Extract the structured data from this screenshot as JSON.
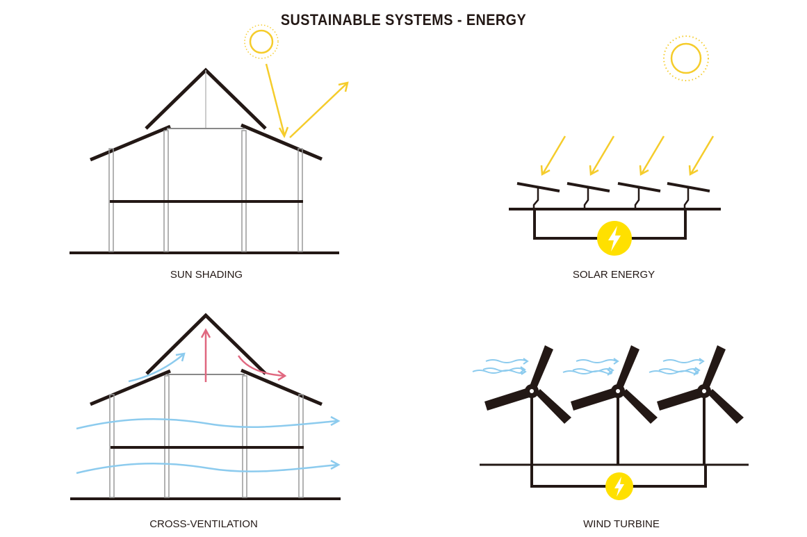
{
  "title": "SUSTAINABLE SYSTEMS - ENERGY",
  "panels": {
    "sun_shading": {
      "label": "SUN SHADING"
    },
    "solar_energy": {
      "label": "SOLAR ENERGY"
    },
    "cross_ventilation": {
      "label": "CROSS-VENTILATION"
    },
    "wind_turbine": {
      "label": "WIND TURBINE"
    }
  },
  "colors": {
    "structure": "#231815",
    "sun": "#f5cc2b",
    "power_badge": "#ffe000",
    "air_cool": "#8ccbee",
    "air_warm": "#e0677f"
  },
  "icons": [
    "sun-icon",
    "lightning-bolt-icon",
    "wind-turbine-icon",
    "solar-panel-icon"
  ]
}
